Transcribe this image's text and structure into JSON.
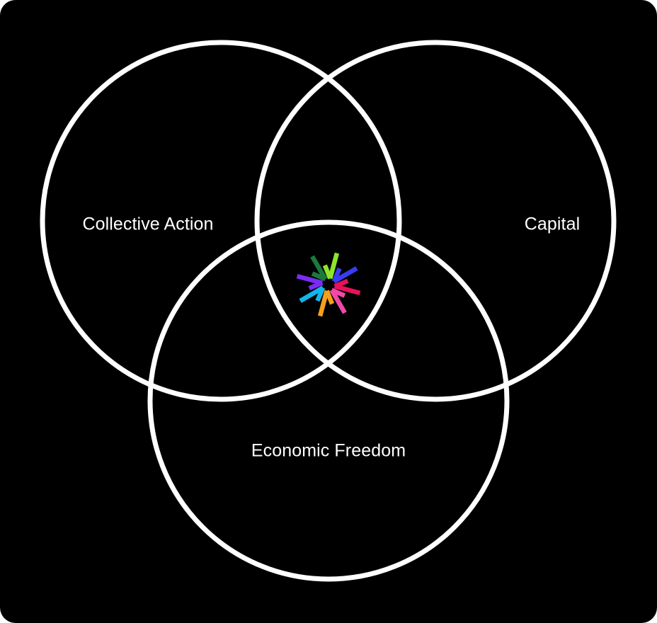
{
  "diagram": {
    "type": "venn",
    "background_color": "#000000",
    "stroke_color": "#ffffff",
    "sets": [
      {
        "key": "collective_action",
        "label": "Collective Action"
      },
      {
        "key": "capital",
        "label": "Capital"
      },
      {
        "key": "economic_freedom",
        "label": "Economic Freedom"
      }
    ]
  },
  "logo": {
    "icon": "starburst-arrows-icon",
    "colors": [
      "#7a2cf5",
      "#1a7a3c",
      "#8ce62a",
      "#3a3cf0",
      "#e8115a",
      "#f04aa8",
      "#f5a01a",
      "#14b4e8"
    ]
  }
}
